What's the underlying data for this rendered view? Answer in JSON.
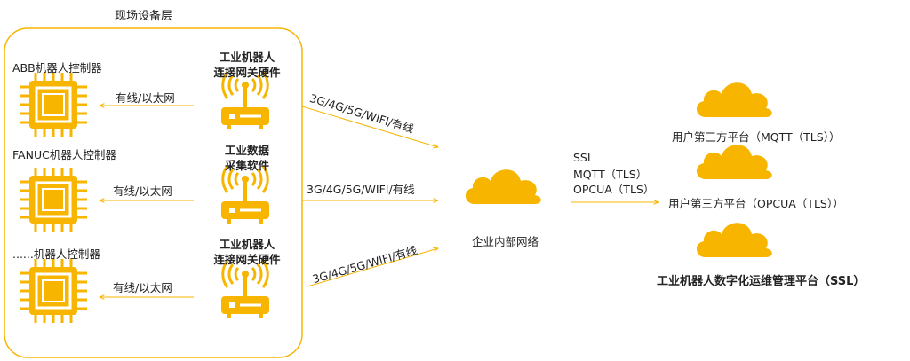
{
  "layer_title": "现场设备层",
  "controllers": [
    {
      "label": "ABB机器人控制器",
      "link": "有线/以太网"
    },
    {
      "label": "FANUC机器人控制器",
      "link": "有线/以太网"
    },
    {
      "label": "......机器人控制器",
      "link": "有线/以太网"
    }
  ],
  "gateways": [
    {
      "line1": "工业机器人",
      "line2": "连接网关硬件"
    },
    {
      "line1": "工业数据",
      "line2": "采集软件"
    },
    {
      "line1": "工业机器人",
      "line2": "连接网关硬件"
    }
  ],
  "uplinks": [
    "3G/4G/5G/WIFI/有线",
    "3G/4G/5G/WIFI/有线",
    "3G/4G/5G/WIFI/有线"
  ],
  "enterprise_network": "企业内部网络",
  "protocols": [
    "SSL",
    "MQTT（TLS）",
    "OPCUA（TLS）"
  ],
  "platforms": [
    "用户第三方平台（MQTT（TLS））",
    "用户第三方平台（OPCUA（TLS））",
    "工业机器人数字化运维管理平台（SSL）"
  ],
  "colors": {
    "accent": "#F7B500",
    "arrow": "#F7B500",
    "chip_inner": "#FFFFFF"
  }
}
